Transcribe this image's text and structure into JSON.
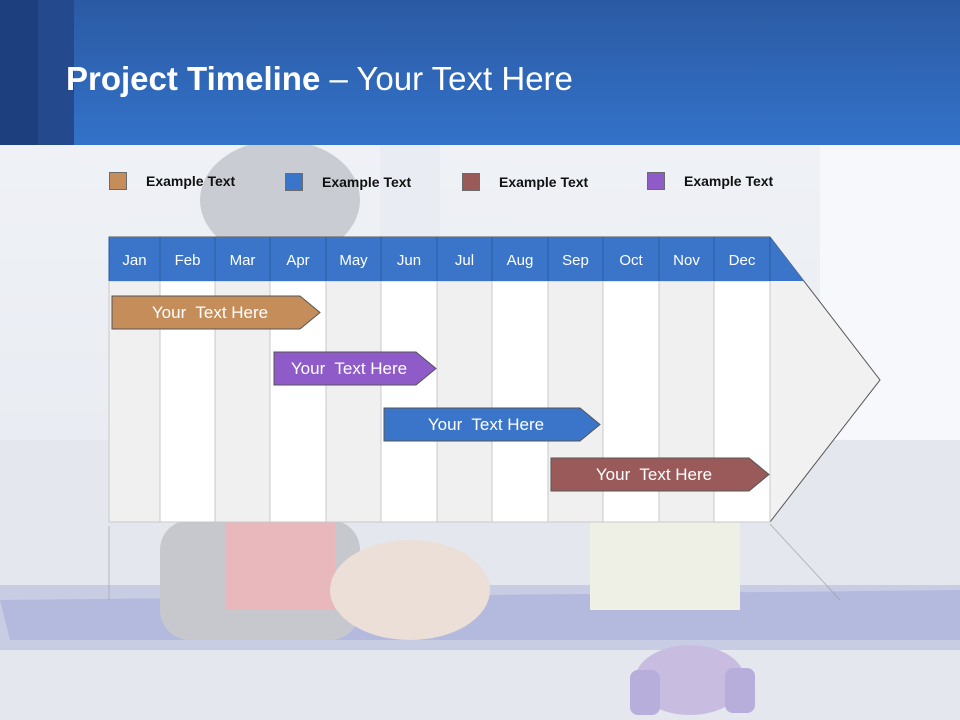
{
  "header": {
    "title_bold": "Project Timeline",
    "title_rest": " – Your Text Here",
    "color": "#3372c9"
  },
  "legend": [
    {
      "label": "Example Text",
      "color": "#c58d5a"
    },
    {
      "label": "Example Text",
      "color": "#3a75c9"
    },
    {
      "label": "Example Text",
      "color": "#9b5a5a"
    },
    {
      "label": "Example Text",
      "color": "#8e5bc9"
    }
  ],
  "timeline": {
    "months": [
      "Jan",
      "Feb",
      "Mar",
      "Apr",
      "May",
      "Jun",
      "Jul",
      "Aug",
      "Sep",
      "Oct",
      "Nov",
      "Dec"
    ],
    "header_color": "#3a75c9",
    "tasks": [
      {
        "label": "Your  Text Here",
        "color": "#c58d5a"
      },
      {
        "label": "Your  Text Here",
        "color": "#8e5bc9"
      },
      {
        "label": "Your  Text Here",
        "color": "#3a75c9"
      },
      {
        "label": "Your  Text Here",
        "color": "#9b5a5a"
      }
    ]
  }
}
